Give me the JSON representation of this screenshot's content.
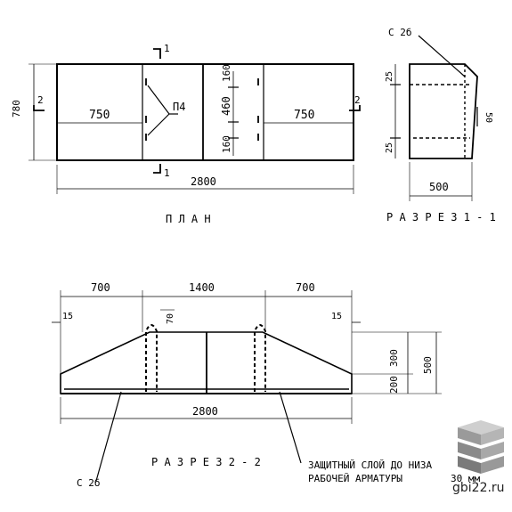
{
  "plan": {
    "title": "П Л А Н",
    "height_dim": "780",
    "left_span": "750",
    "right_span": "750",
    "total_length": "2800",
    "loop_label": "П4",
    "top_dim": "160",
    "mid_dim": "460",
    "bottom_dim": "160",
    "section1_mark": "1",
    "section2_mark": "2"
  },
  "section1": {
    "title": "Р А З Р Е З  1 - 1",
    "mark_label": "С 2б",
    "top_dim": "25",
    "bottom_dim": "25",
    "right_dim": "50",
    "width_dim": "500"
  },
  "section2": {
    "title": "Р А З Р Е З  2 - 2",
    "left_span": "700",
    "mid_span": "1400",
    "right_span": "700",
    "left_offset": "15",
    "right_offset": "15",
    "loop_dim": "70",
    "upper_height": "300",
    "lower_height": "200",
    "total_height": "500",
    "total_length": "2800",
    "rebar_label": "С 2б",
    "note_line1": "ЗАЩИТНЫЙ СЛОЙ ДО НИЗА",
    "note_line2": "РАБОЧЕЙ АРМАТУРЫ",
    "note_value": "30 мм"
  },
  "watermark": {
    "text": "gbi22.ru"
  }
}
